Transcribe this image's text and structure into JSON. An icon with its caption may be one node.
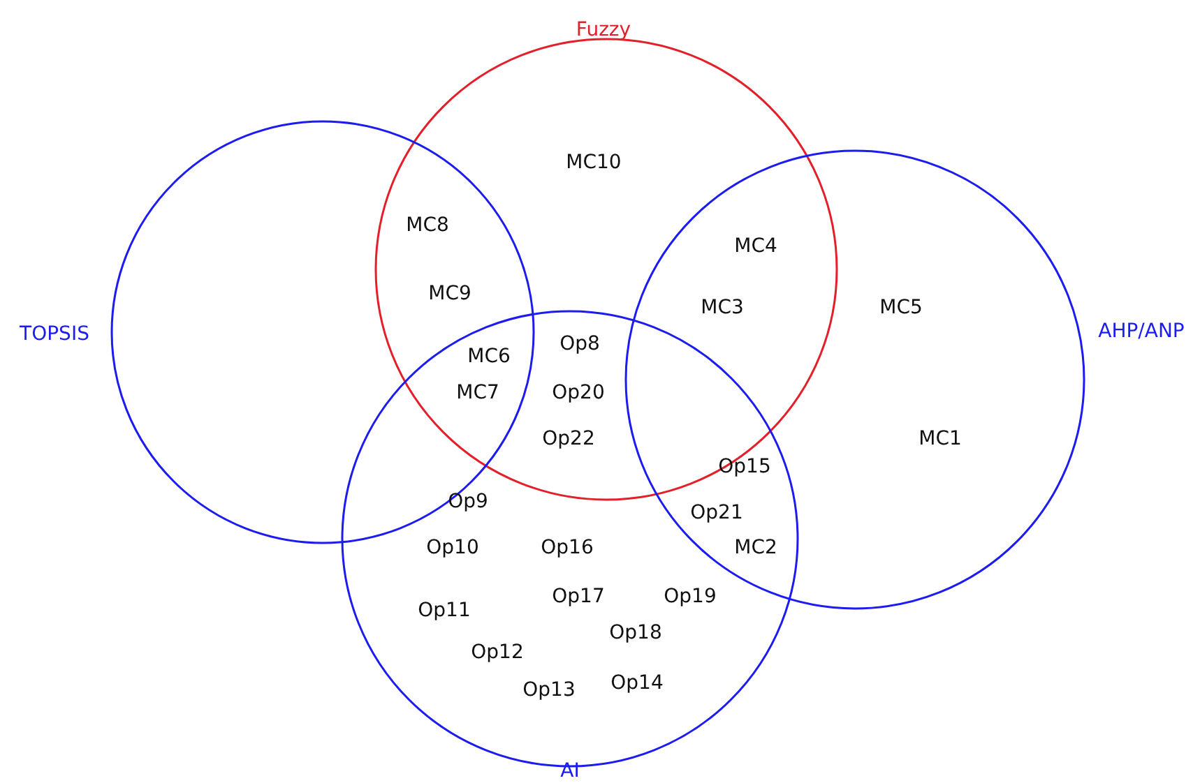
{
  "diagram": {
    "nodes": [
      {
        "text": [
          "Fuzzy"
        ]
      },
      {
        "text": [
          "TOPSIS"
        ]
      },
      {
        "text": [
          "AHP/ANP"
        ]
      },
      {
        "text": [
          "AI"
        ]
      }
    ],
    "labels": [
      "MC10",
      "MC8",
      "MC4",
      "MC9",
      "MC3",
      "MC5",
      "MC6",
      "Op8",
      "MC7",
      "Op20",
      "MC1",
      "Op22",
      "Op15",
      "Op9",
      "Op21",
      "Op10",
      "Op16",
      "MC2",
      "Op11",
      "Op17",
      "Op19",
      "Op18",
      "Op12",
      "Op14",
      "Op13"
    ]
  }
}
